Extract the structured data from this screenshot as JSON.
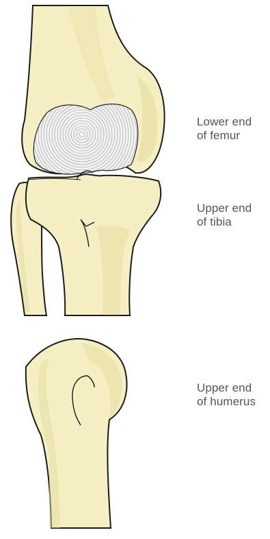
{
  "labels": {
    "femur": {
      "line1": "Lower end",
      "line2": "of femur"
    },
    "tibia": {
      "line1": "Upper end",
      "line2": "of tibia"
    },
    "humerus": {
      "line1": "Upper end",
      "line2": "of humerus"
    }
  },
  "colors": {
    "bone_fill": "#f5efc3",
    "bone_shade": "#e6dca0",
    "outline": "#1a1a1a",
    "label_text": "#555555"
  }
}
